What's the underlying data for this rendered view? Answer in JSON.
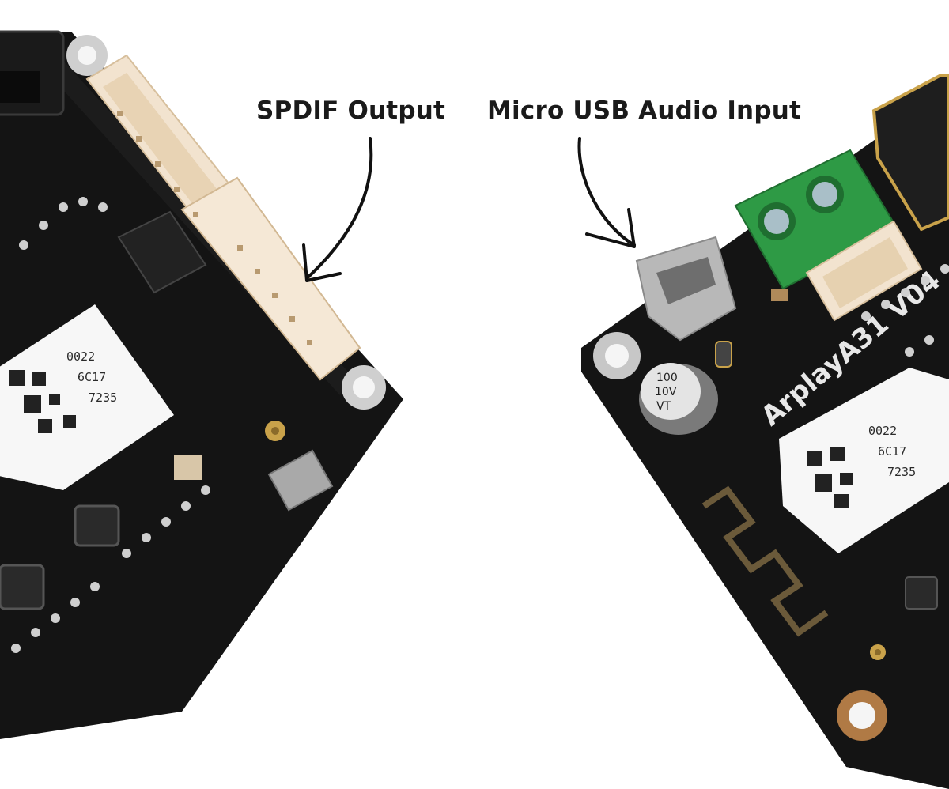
{
  "callouts": {
    "spdif": "SPDIF Output",
    "usb": "Micro USB Audio Input"
  },
  "left_board": {
    "module_label": [
      "0022",
      "6C17",
      "7235"
    ]
  },
  "right_board": {
    "silkscreen": "ArplayA31 V04",
    "module_label": [
      "0022",
      "6C17",
      "7235"
    ],
    "capacitor_label": [
      "100",
      "10V",
      "VT"
    ]
  },
  "colors": {
    "pcb": "#141414",
    "connector": "#f2e3cf",
    "terminal": "#2e9a45",
    "module": "#f7f7f7",
    "gold": "#c9a24a"
  }
}
